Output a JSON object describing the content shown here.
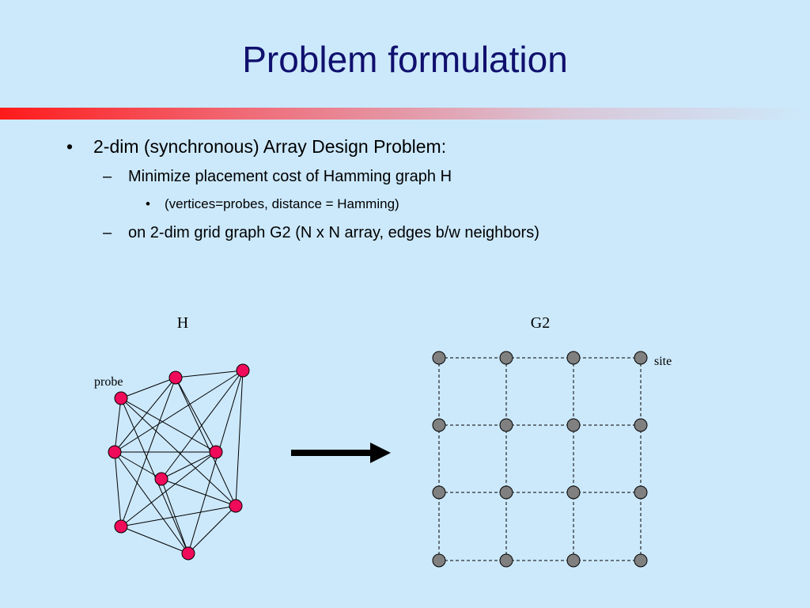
{
  "slide": {
    "title": "Problem formulation"
  },
  "bullets": {
    "l1": "2-dim (synchronous) Array Design Problem:",
    "l2a": "Minimize placement cost of Hamming graph H",
    "l3": "(vertices=probes, distance = Hamming)",
    "l2b": "on 2-dim grid graph G2 (N x N array, edges b/w neighbors)",
    "marker_l1": "•",
    "marker_l2": "–",
    "marker_l3": "•"
  },
  "diagram": {
    "h_label": "H",
    "g2_label": "G2",
    "probe_label": "probe",
    "site_label": "site",
    "colors": {
      "probe_fill": "#ef0a5a",
      "site_fill": "#808080",
      "edge": "#000000"
    }
  }
}
